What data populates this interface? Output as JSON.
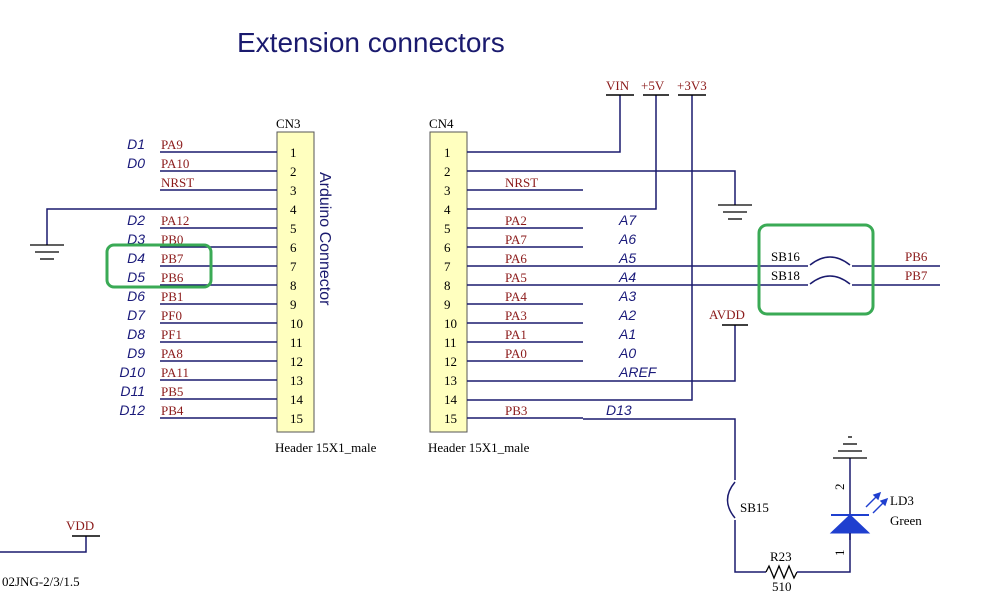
{
  "title": "Extension connectors",
  "cn3": {
    "ref": "CN3",
    "footer": "Header 15X1_male",
    "connector_label": "Arduino Connector",
    "pins": [
      "1",
      "2",
      "3",
      "4",
      "5",
      "6",
      "7",
      "8",
      "9",
      "10",
      "11",
      "12",
      "13",
      "14",
      "15"
    ],
    "nets": [
      "PA9",
      "PA10",
      "NRST",
      "",
      "PA12",
      "PB0",
      "PB7",
      "PB6",
      "PB1",
      "PF0",
      "PF1",
      "PA8",
      "PA11",
      "PB5",
      "PB4"
    ],
    "arduino": [
      "D1",
      "D0",
      "",
      "",
      "D2",
      "D3",
      "D4",
      "D5",
      "D6",
      "D7",
      "D8",
      "D9",
      "D10",
      "D11",
      "D12"
    ]
  },
  "cn4": {
    "ref": "CN4",
    "footer": "Header 15X1_male",
    "pins": [
      "1",
      "2",
      "3",
      "4",
      "5",
      "6",
      "7",
      "8",
      "9",
      "10",
      "11",
      "12",
      "13",
      "14",
      "15"
    ],
    "nets": [
      "",
      "",
      "NRST",
      "",
      "PA2",
      "PA7",
      "PA6",
      "PA5",
      "PA4",
      "PA3",
      "PA1",
      "PA0",
      "",
      "",
      "PB3"
    ],
    "arduino": [
      "",
      "",
      "",
      "",
      "A7",
      "A6",
      "A5",
      "A4",
      "A3",
      "A2",
      "A1",
      "A0",
      "AREF",
      "",
      "D13"
    ]
  },
  "power": {
    "vin": "VIN",
    "v5": "+5V",
    "v33": "+3V3",
    "avdd": "AVDD",
    "vdd": "VDD"
  },
  "bridges": {
    "sb16": "SB16",
    "sb18": "SB18",
    "sb15": "SB15",
    "pb6": "PB6",
    "pb7": "PB7"
  },
  "led": {
    "ref": "LD3",
    "color": "Green",
    "pin2": "2",
    "pin1": "1"
  },
  "resistor": {
    "ref": "R23",
    "value": "510"
  },
  "sheet_ref": "02JNG-2/3/1.5",
  "colors": {
    "wire": "#1a1a6e",
    "header": "#ffffbf",
    "net": "#8b1a1a",
    "highlight": "#3aaa55",
    "led": "#1f3fcf"
  }
}
